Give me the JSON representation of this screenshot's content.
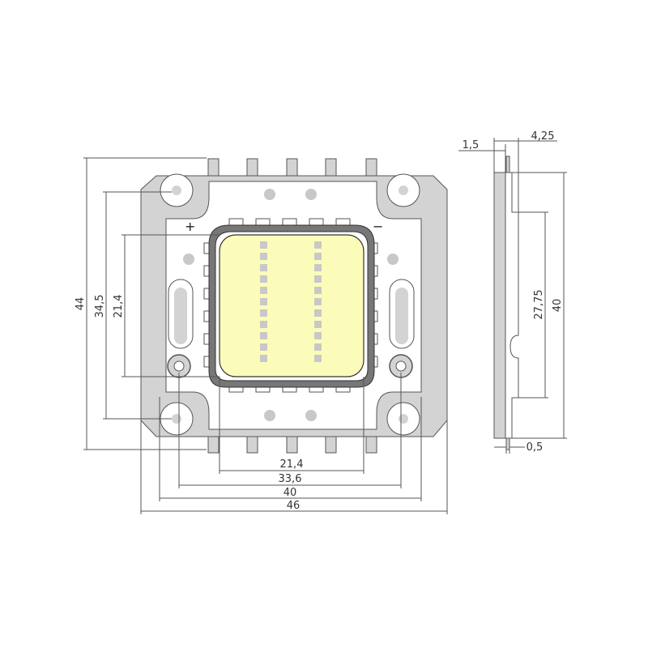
{
  "front_view": {
    "dims": {
      "height_total": "44",
      "height_holes": "34,5",
      "height_die": "21,4",
      "width_die": "21,4",
      "width_pads": "33,6",
      "width_holes": "40",
      "width_total": "46"
    },
    "polarity": {
      "plus": "+",
      "minus": "−"
    }
  },
  "side_view": {
    "dims": {
      "thickness_base": "1,5",
      "thickness_total": "4,25",
      "height_total": "40",
      "height_lens": "27,75",
      "lead": "0,5"
    }
  },
  "colors": {
    "line": "#555555",
    "dark_outline": "#333333",
    "substrate_fill": "#d3d3d3",
    "board_fill": "#ffffff",
    "die_fill": "#fbfcba",
    "chip_fill": "#c8c8c8"
  }
}
